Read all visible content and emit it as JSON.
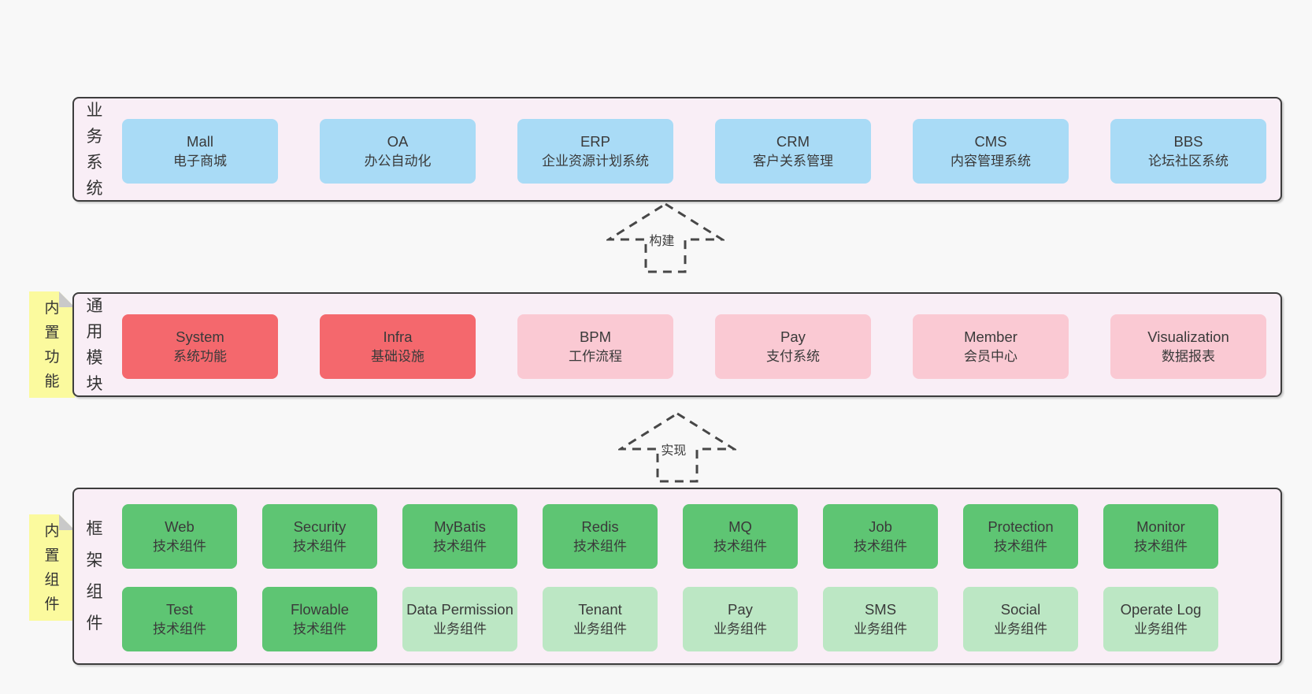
{
  "colors": {
    "page_bg": "#f8f8f8",
    "container_bg": "#f9eef6",
    "container_border": "#3d3d3d",
    "blue_box": "#a9dbf6",
    "red_box": "#f4686d",
    "pink_box": "#fac9d3",
    "green_box": "#5ec573",
    "light_green_box": "#bce7c4",
    "sticky_yellow": "#fbfa9e",
    "text": "#3a3a3a"
  },
  "arrows": [
    {
      "label": "构建"
    },
    {
      "label": "实现"
    }
  ],
  "stickies": [
    {
      "label": "内置功能"
    },
    {
      "label": "内置组件"
    }
  ],
  "layers": [
    {
      "label": "业务系统",
      "boxes": [
        {
          "name": "Mall",
          "desc": "电子商城",
          "variant": "blue"
        },
        {
          "name": "OA",
          "desc": "办公自动化",
          "variant": "blue"
        },
        {
          "name": "ERP",
          "desc": "企业资源计划系统",
          "variant": "blue"
        },
        {
          "name": "CRM",
          "desc": "客户关系管理",
          "variant": "blue"
        },
        {
          "name": "CMS",
          "desc": "内容管理系统",
          "variant": "blue"
        },
        {
          "name": "BBS",
          "desc": "论坛社区系统",
          "variant": "blue"
        }
      ]
    },
    {
      "label": "通用模块",
      "boxes": [
        {
          "name": "System",
          "desc": "系统功能",
          "variant": "red"
        },
        {
          "name": "Infra",
          "desc": "基础设施",
          "variant": "red"
        },
        {
          "name": "BPM",
          "desc": "工作流程",
          "variant": "pink"
        },
        {
          "name": "Pay",
          "desc": "支付系统",
          "variant": "pink"
        },
        {
          "name": "Member",
          "desc": "会员中心",
          "variant": "pink"
        },
        {
          "name": "Visualization",
          "desc": "数据报表",
          "variant": "pink"
        }
      ]
    },
    {
      "label": "框架组件",
      "rows": [
        [
          {
            "name": "Web",
            "desc": "技术组件",
            "variant": "green"
          },
          {
            "name": "Security",
            "desc": "技术组件",
            "variant": "green"
          },
          {
            "name": "MyBatis",
            "desc": "技术组件",
            "variant": "green"
          },
          {
            "name": "Redis",
            "desc": "技术组件",
            "variant": "green"
          },
          {
            "name": "MQ",
            "desc": "技术组件",
            "variant": "green"
          },
          {
            "name": "Job",
            "desc": "技术组件",
            "variant": "green"
          },
          {
            "name": "Protection",
            "desc": "技术组件",
            "variant": "green"
          },
          {
            "name": "Monitor",
            "desc": "技术组件",
            "variant": "green"
          }
        ],
        [
          {
            "name": "Test",
            "desc": "技术组件",
            "variant": "green"
          },
          {
            "name": "Flowable",
            "desc": "技术组件",
            "variant": "green"
          },
          {
            "name": "Data Permission",
            "desc": "业务组件",
            "variant": "green-light"
          },
          {
            "name": "Tenant",
            "desc": "业务组件",
            "variant": "green-light"
          },
          {
            "name": "Pay",
            "desc": "业务组件",
            "variant": "green-light"
          },
          {
            "name": "SMS",
            "desc": "业务组件",
            "variant": "green-light"
          },
          {
            "name": "Social",
            "desc": "业务组件",
            "variant": "green-light"
          },
          {
            "name": "Operate Log",
            "desc": "业务组件",
            "variant": "green-light"
          }
        ]
      ]
    }
  ]
}
